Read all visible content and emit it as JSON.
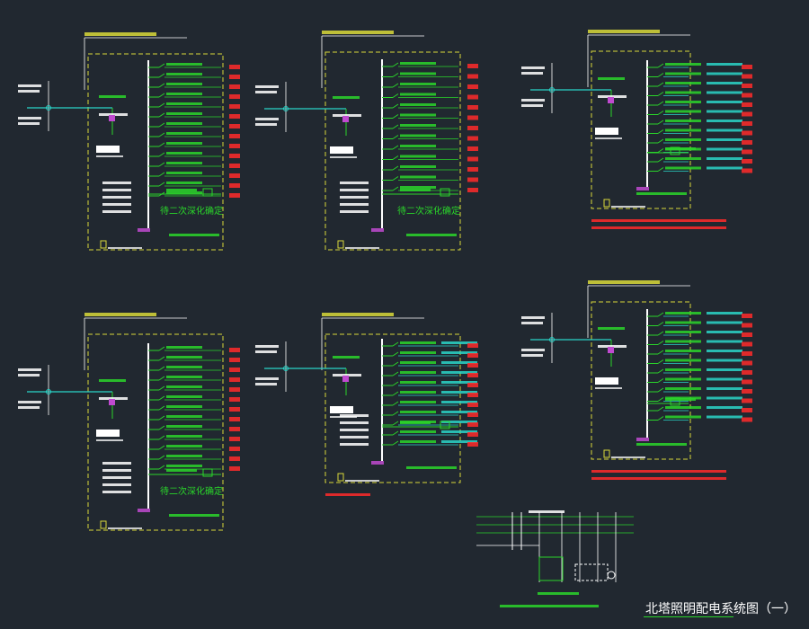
{
  "title": "北塔照明配电系统图（一）",
  "colors": {
    "background": "#212830",
    "wire": "#2ad52a",
    "bus": "#ffffff",
    "frame": "#d9d93a",
    "feeder": "#2ad5c8",
    "label": "#ff2a2a"
  },
  "panels": [
    {
      "id": "top-left",
      "note": "待二次深化确定"
    },
    {
      "id": "top-middle",
      "note": "待二次深化确定"
    },
    {
      "id": "top-right",
      "note": ""
    },
    {
      "id": "bottom-left",
      "note": "待二次深化确定"
    },
    {
      "id": "bottom-middle",
      "note": ""
    },
    {
      "id": "bottom-right",
      "note": ""
    }
  ]
}
